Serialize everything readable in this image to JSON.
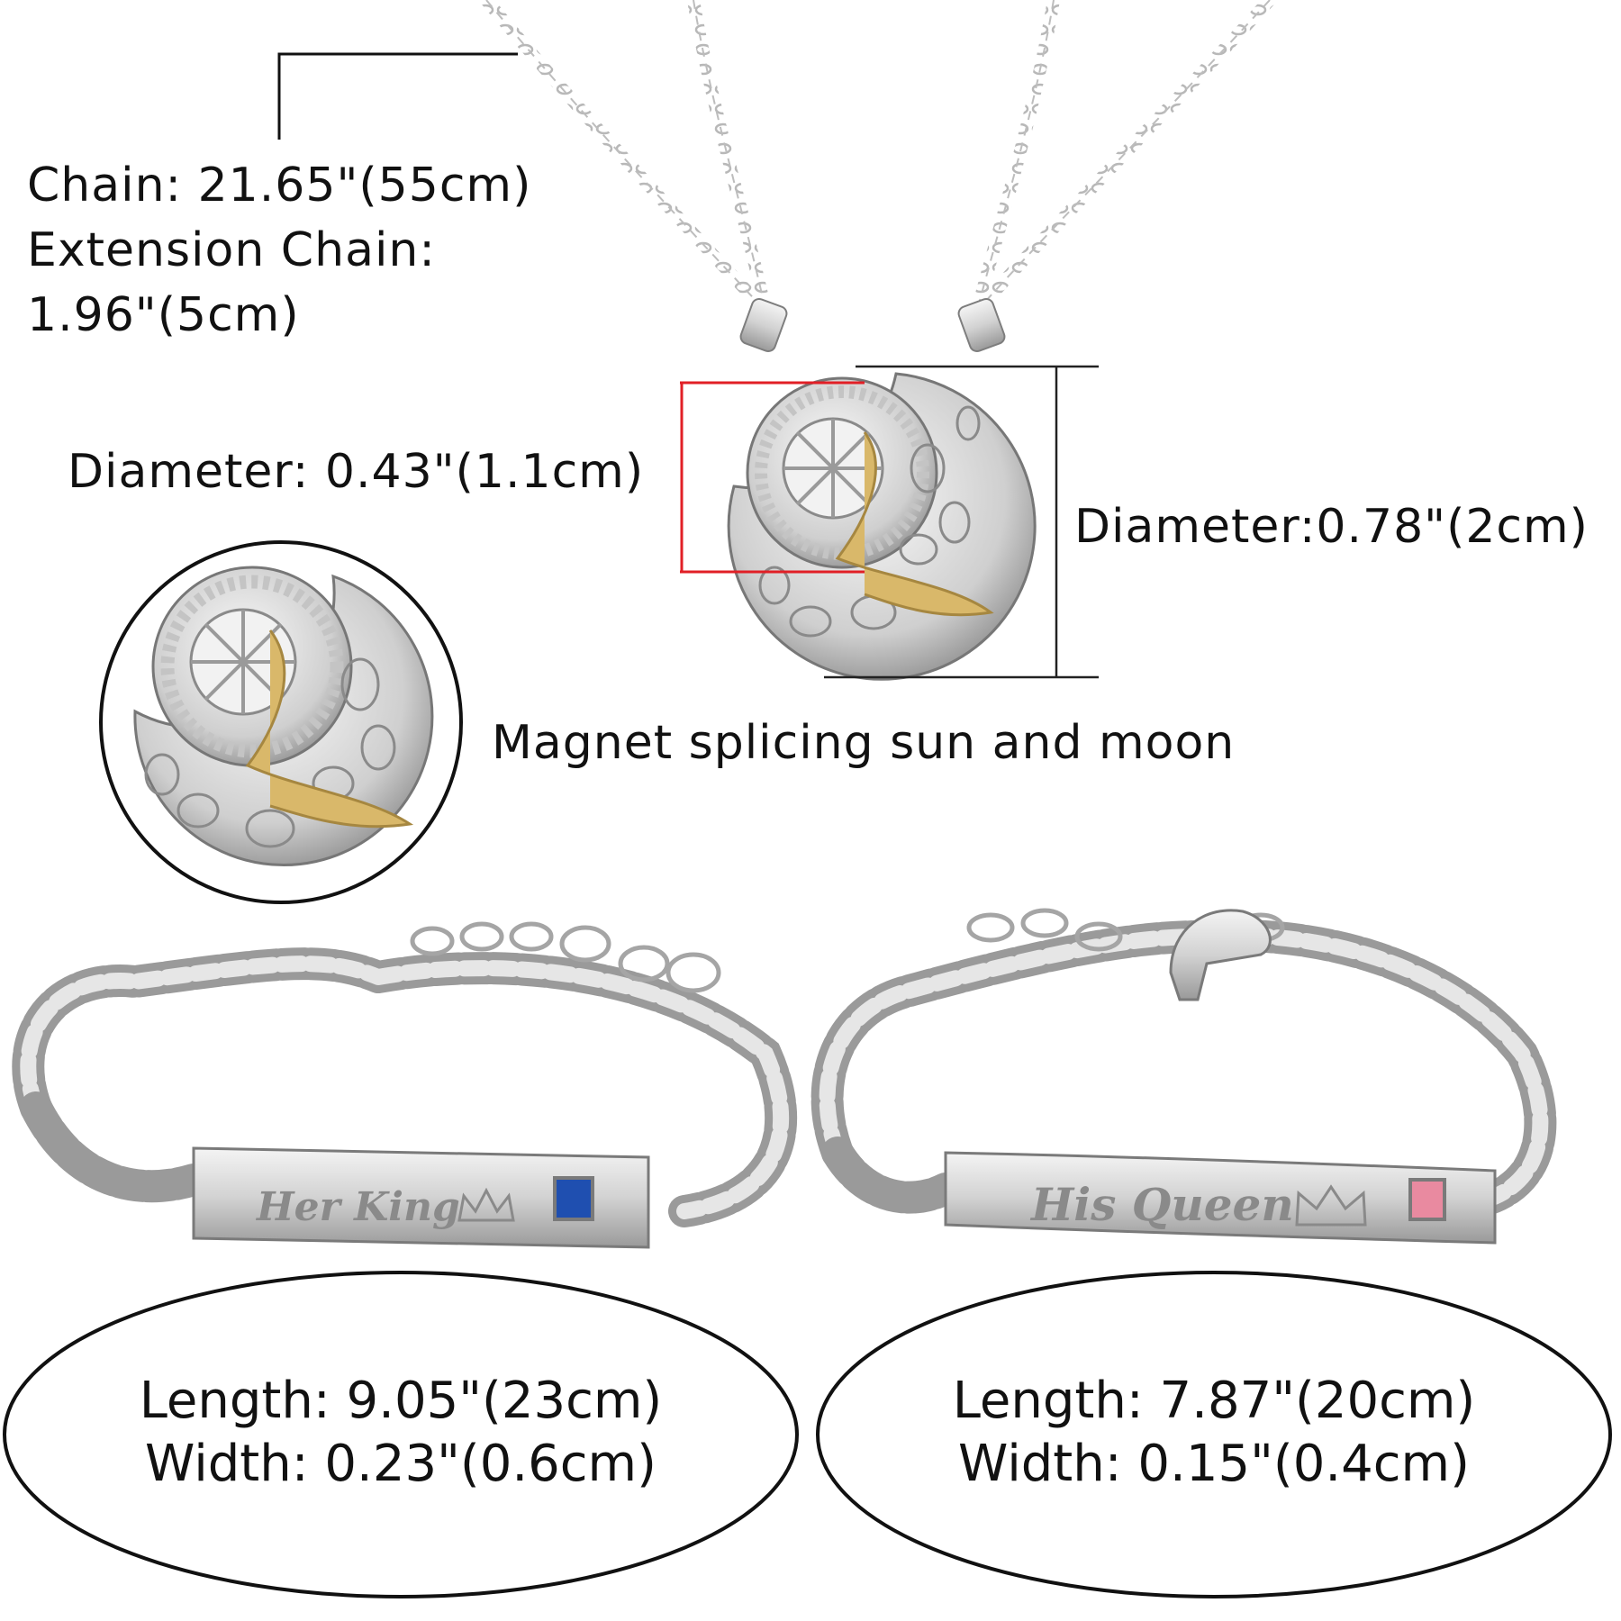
{
  "necklace": {
    "chain_line1": "Chain: 21.65\"(55cm)",
    "chain_line2": "Extension Chain:",
    "chain_line3": "1.96\"(5cm)",
    "inner_diameter": "Diameter: 0.43\"(1.1cm)",
    "outer_diameter": "Diameter:0.78\"(2cm)",
    "feature": "Magnet splicing sun and moon"
  },
  "bracelets": {
    "left": {
      "engraving": "Her King",
      "gem_color": "#1f4fb0",
      "length": "Length: 9.05\"(23cm)",
      "width": "Width: 0.23\"(0.6cm)"
    },
    "right": {
      "engraving": "His Queen",
      "gem_color": "#e98aa0",
      "length": "Length: 7.87\"(20cm)",
      "width": "Width: 0.15\"(0.4cm)"
    }
  },
  "colors": {
    "dimension_red": "#e11f26",
    "gold": "#d9b86a",
    "silver": "#c9c9c9"
  }
}
